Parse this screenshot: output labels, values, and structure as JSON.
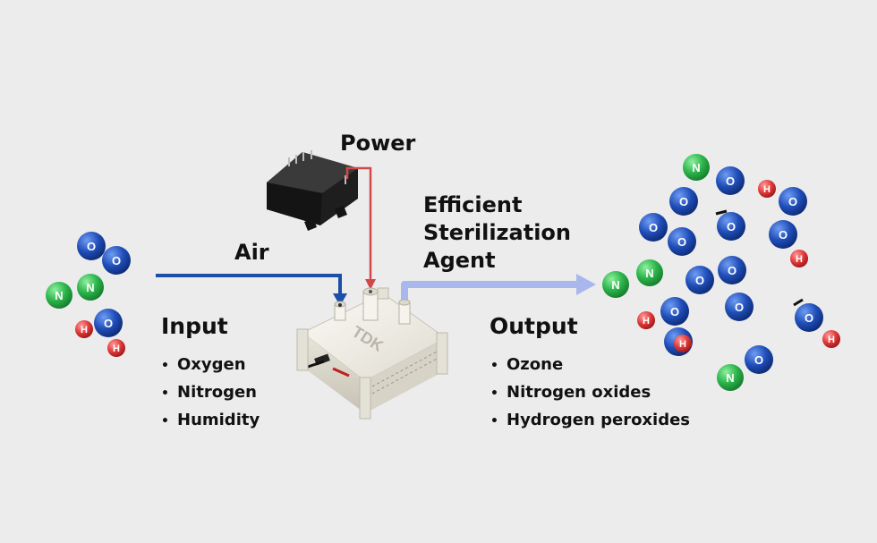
{
  "labels": {
    "power": "Power",
    "air": "Air",
    "agent": [
      "Efficient",
      "Sterilization",
      "Agent"
    ]
  },
  "input": {
    "heading": "Input",
    "items": [
      "Oxygen",
      "Nitrogen",
      "Humidity"
    ]
  },
  "output": {
    "heading": "Output",
    "items": [
      "Ozone",
      "Nitrogen oxides",
      "Hydrogen peroxides"
    ]
  },
  "device": {
    "brand": "TDK"
  },
  "atoms": {
    "oxygen": "O",
    "nitrogen": "N",
    "hydrogen": "H"
  },
  "colors": {
    "background": "#ececec",
    "air_arrow": "#1c4fa8",
    "power_wire": "#d2484a",
    "output_arrow": "#a9b8ec",
    "oxygen_atom": "#1f4db8",
    "nitrogen_atom": "#2bb34a",
    "hydrogen_atom": "#e03a3a"
  }
}
